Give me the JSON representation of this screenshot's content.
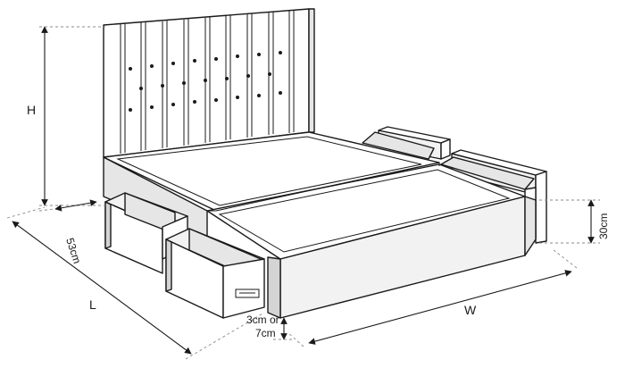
{
  "labels": {
    "height": "H",
    "length": "L",
    "width": "W",
    "drawer_depth": "53cm",
    "base_height": "30cm",
    "leg_clearance_line1": "3cm or",
    "leg_clearance_line2": "7cm"
  }
}
